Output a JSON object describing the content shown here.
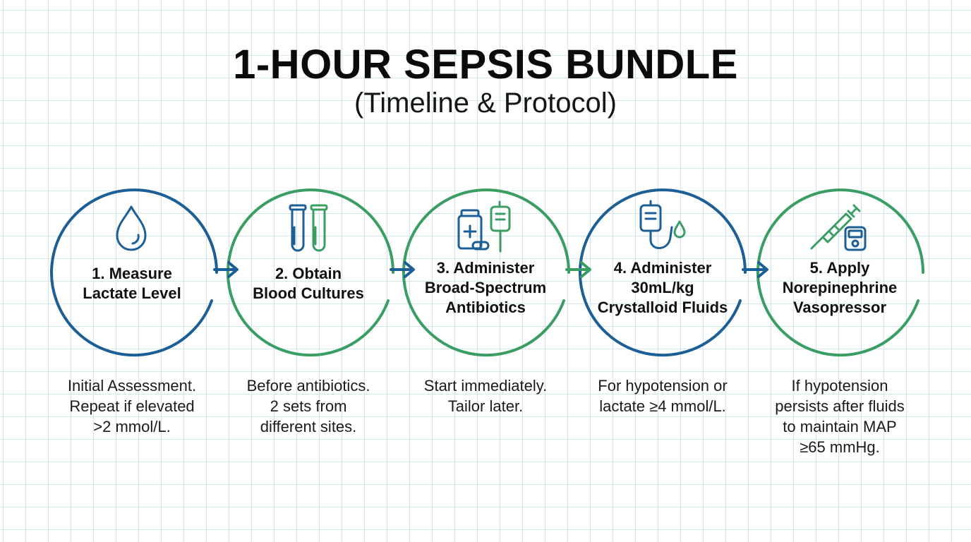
{
  "header": {
    "title": "1-HOUR SEPSIS BUNDLE",
    "subtitle": "(Timeline & Protocol)"
  },
  "colors": {
    "blue": "#1c5e96",
    "green": "#3a9e62",
    "grid": "#d3e6ec"
  },
  "steps": [
    {
      "title_lines": [
        "1. Measure",
        "Lactate Level"
      ],
      "desc_lines": [
        "Initial Assessment.",
        "Repeat if elevated",
        ">2 mmol/L."
      ],
      "icon": "droplet-icon",
      "ring_color": "blue"
    },
    {
      "title_lines": [
        "2. Obtain",
        "Blood Cultures"
      ],
      "desc_lines": [
        "Before antibiotics.",
        "2 sets from",
        "different sites."
      ],
      "icon": "test-tubes-icon",
      "ring_color": "green"
    },
    {
      "title_lines": [
        "3. Administer",
        "Broad-Spectrum",
        "Antibiotics"
      ],
      "desc_lines": [
        "Start immediately.",
        "Tailor later."
      ],
      "icon": "medicine-iv-icon",
      "ring_color": "green"
    },
    {
      "title_lines": [
        "4. Administer",
        "30mL/kg",
        "Crystalloid Fluids"
      ],
      "desc_lines": [
        "For hypotension or",
        "lactate ≥4 mmol/L."
      ],
      "icon": "iv-bag-icon",
      "ring_color": "blue"
    },
    {
      "title_lines": [
        "5. Apply",
        "Norepinephrine",
        "Vasopressor"
      ],
      "desc_lines": [
        "If hypotension",
        "persists after fluids",
        "to maintain MAP",
        "≥65 mmHg."
      ],
      "icon": "syringe-monitor-icon",
      "ring_color": "green"
    }
  ]
}
